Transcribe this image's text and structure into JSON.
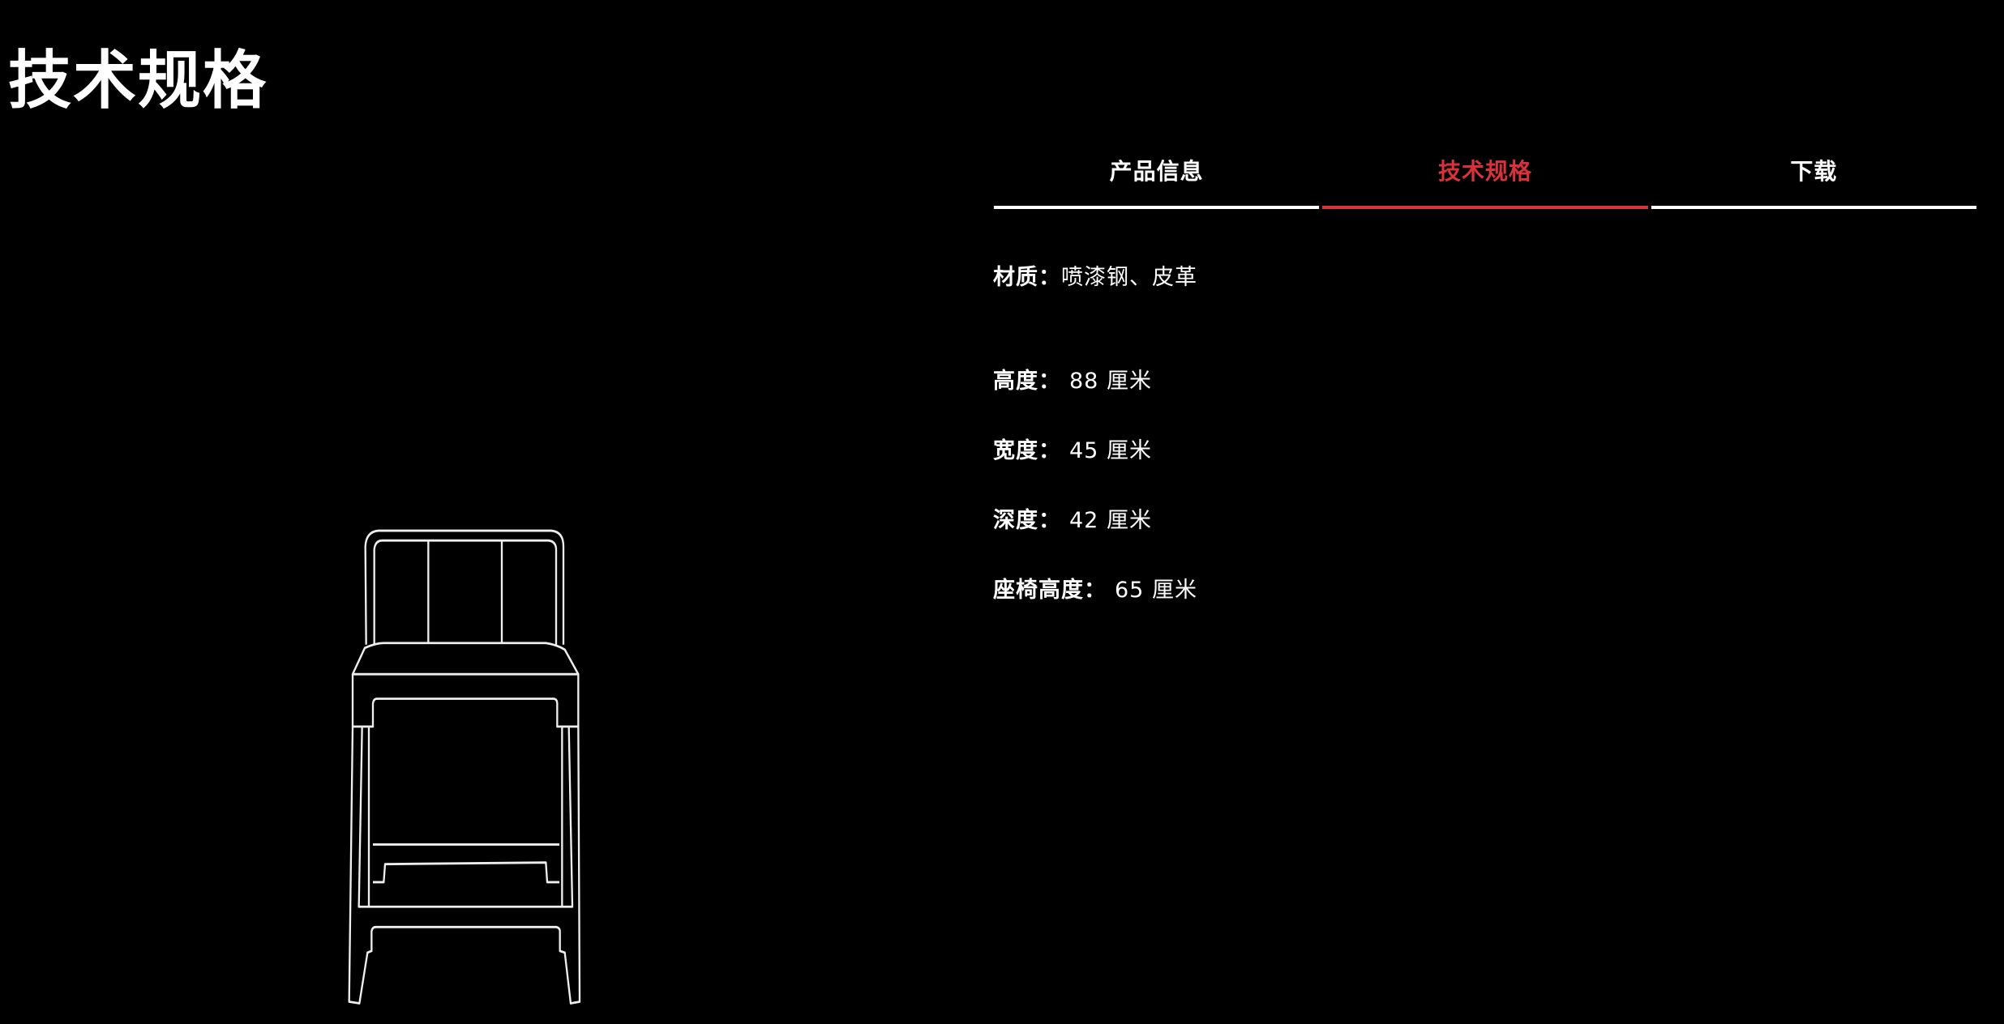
{
  "page_title": "技术规格",
  "tabs": [
    {
      "label": "产品信息",
      "active": false
    },
    {
      "label": "技术规格",
      "active": true
    },
    {
      "label": "下载",
      "active": false
    }
  ],
  "specs": [
    {
      "label": "材质：",
      "value": "喷漆钢、皮革"
    },
    {
      "label": "高度：",
      "value": "88 厘米"
    },
    {
      "label": "宽度：",
      "value": "45 厘米"
    },
    {
      "label": "深度：",
      "value": "42 厘米"
    },
    {
      "label": "座椅高度：",
      "value": "65 厘米"
    }
  ],
  "colors": {
    "background": "#000000",
    "text": "#ffffff",
    "accent": "#d9323a"
  }
}
